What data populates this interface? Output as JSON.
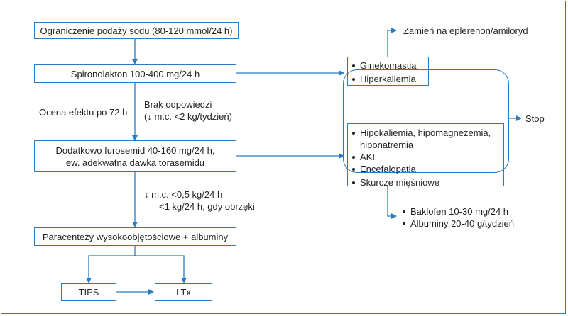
{
  "colors": {
    "accent": "#2b7bbf",
    "text": "#231f20"
  },
  "boxes": {
    "sodium": "Ograniczenie podaży sodu (80-120 mmol/24 h)",
    "spironolactone": "Spironolakton 100-400 mg/24 h",
    "furosemide_line1": "Dodatkowo furosemid 40-160 mg/24 h,",
    "furosemide_line2": "ew. adekwatna dawka torasemidu",
    "paracentesis": "Paracentezy wysokoobjętościowe + albuminy",
    "tips": "TIPS",
    "ltx": "LTx"
  },
  "labels": {
    "assessment": "Ocena efektu po 72 h",
    "no_response_line1": "Brak odpowiedzi",
    "no_response_line2": "(↓ m.c. <2 kg/tydzień)",
    "weight_loss_line1": "↓ m.c. <0,5 kg/24 h",
    "weight_loss_line2": "<1 kg/24 h, gdy obrzęki",
    "switch": "Zamień na eplerenon/amiloryd",
    "stop": "Stop"
  },
  "adverse_spironolactone": [
    "Ginekomastia",
    "Hiperkaliemia"
  ],
  "adverse_furosemide": [
    "Hipokaliemia, hipomagnezemia, hiponatremia",
    "AKI",
    "Encefalopatia",
    "Skurcze mięśniowe"
  ],
  "cramps_treatment": [
    "Baklofen 10-30 mg/24 h",
    "Albuminy 20-40 g/tydzień"
  ]
}
